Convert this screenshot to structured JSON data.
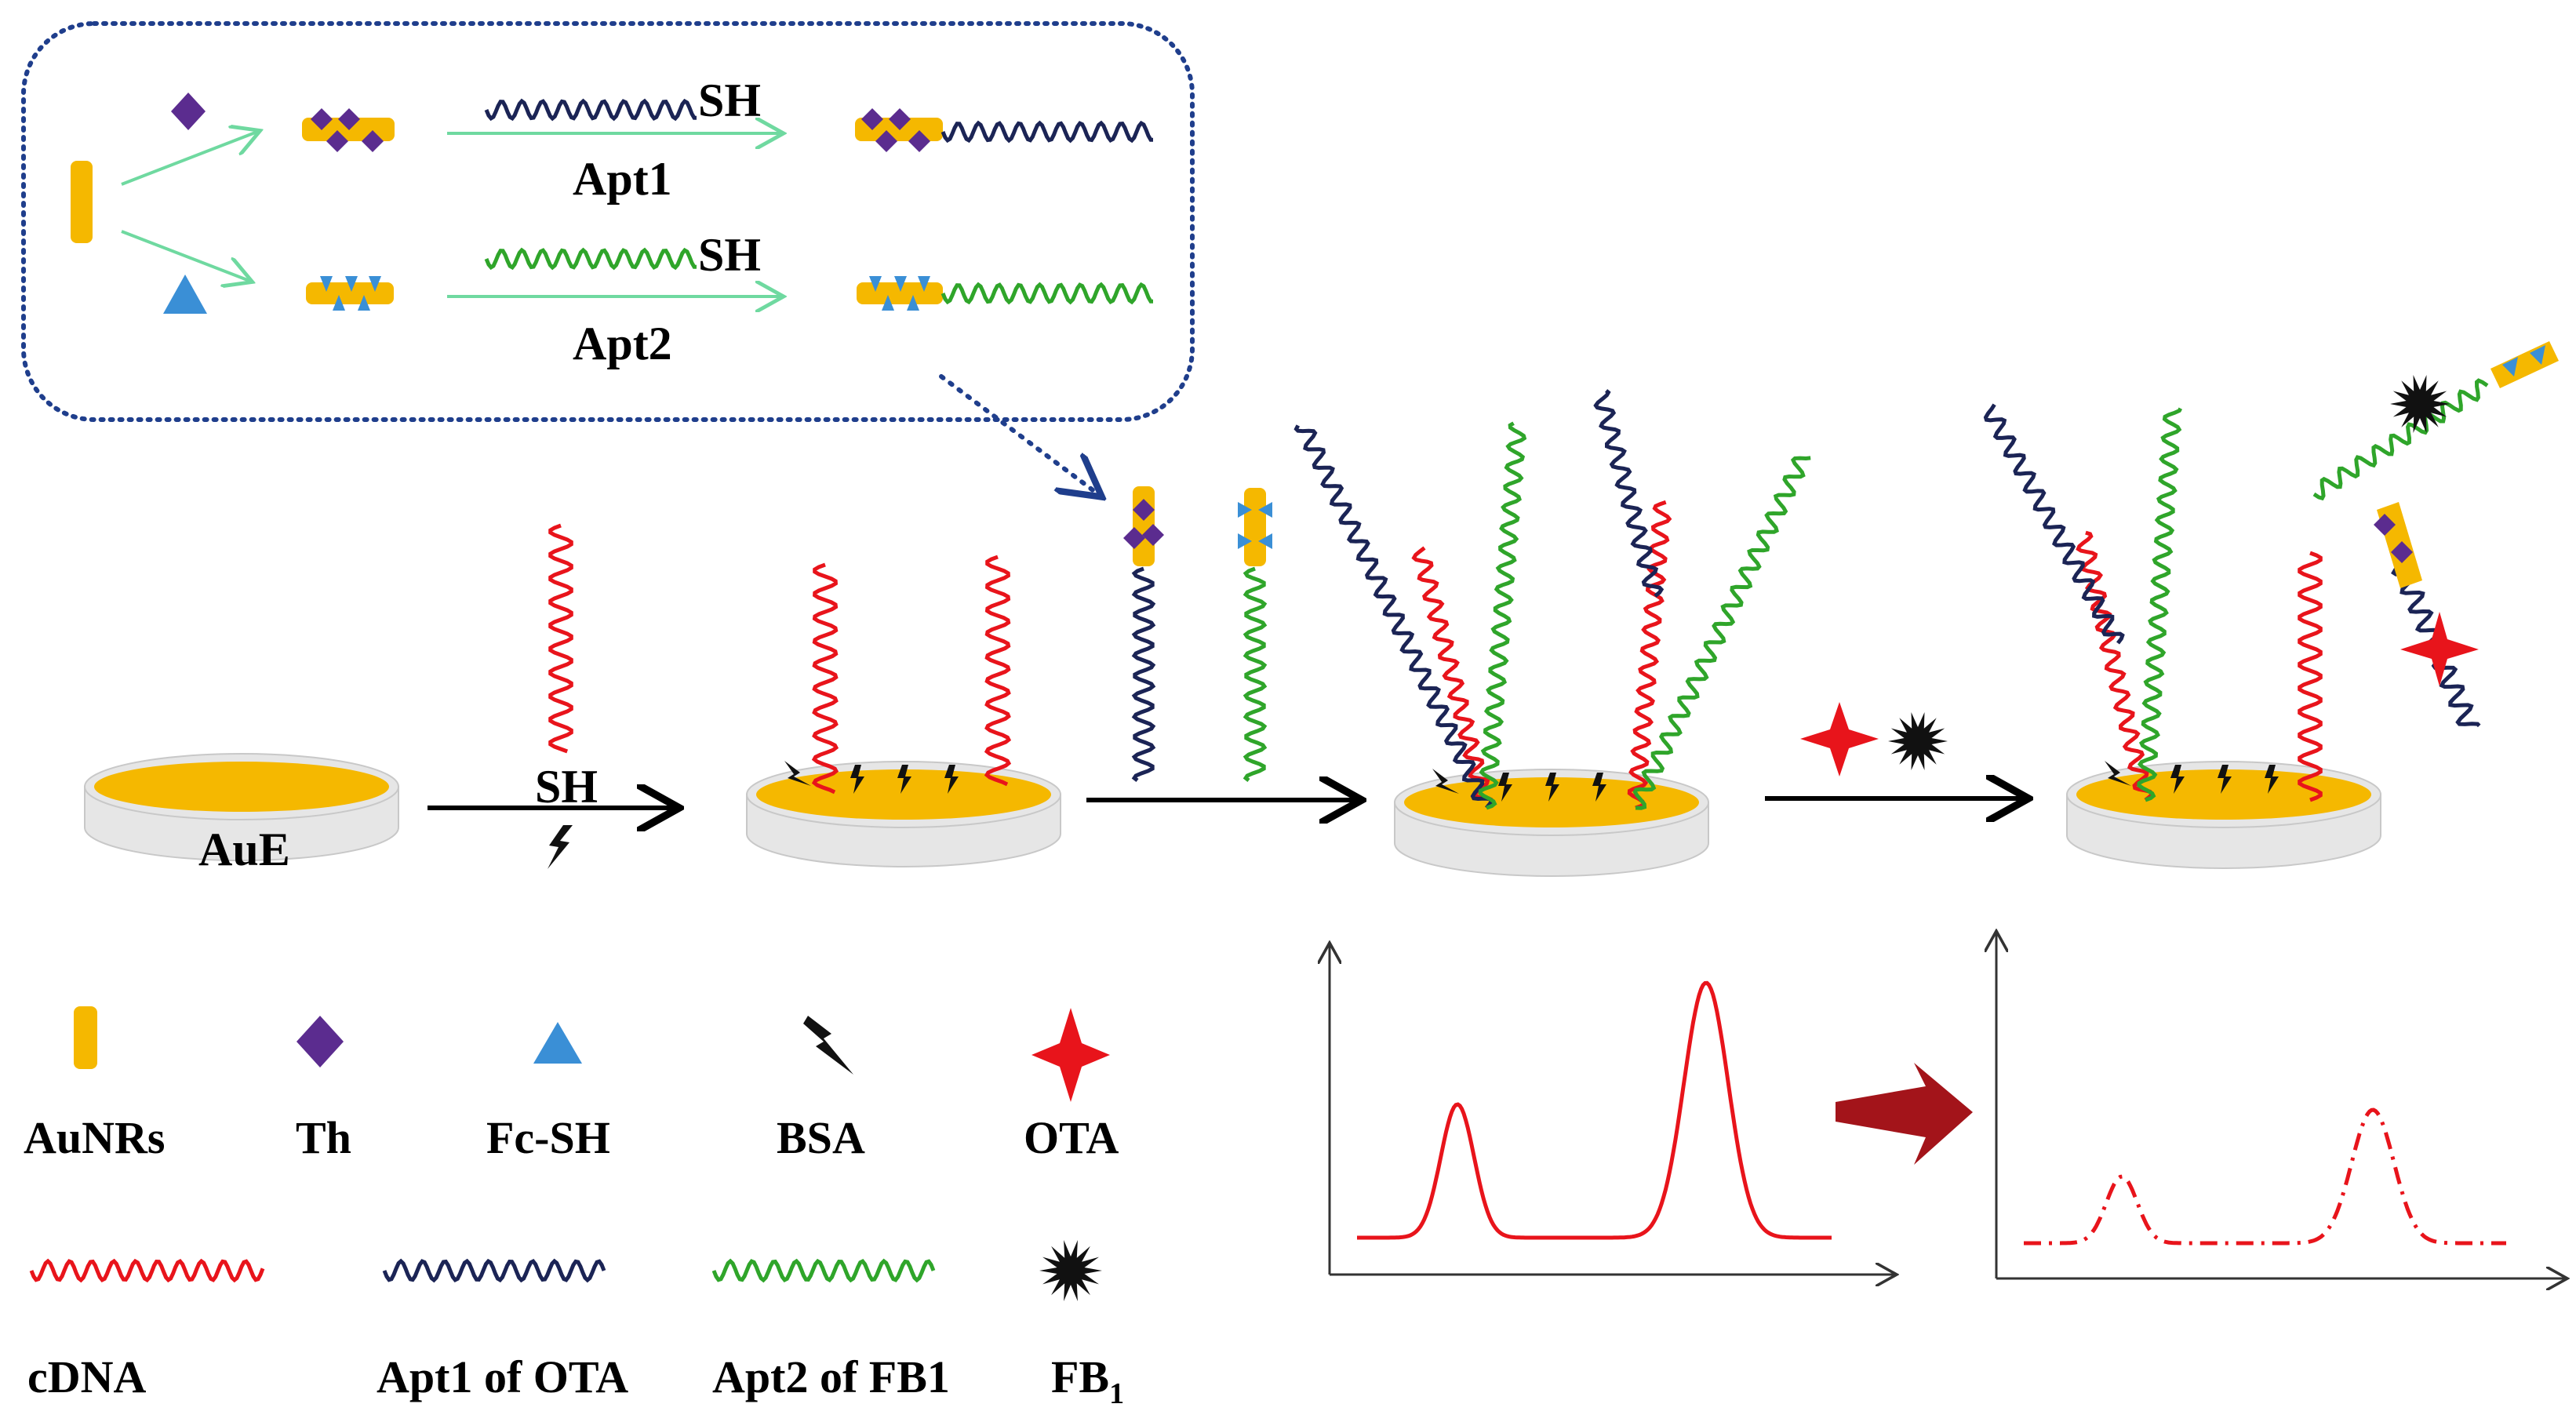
{
  "inset": {
    "apt1_label": "Apt1",
    "apt2_label": "Apt2",
    "thiol_top": "SH",
    "thiol_bottom": "SH"
  },
  "steps": {
    "electrode_label": "AuE",
    "step1_thiol": "SH"
  },
  "legend": {
    "row1": [
      {
        "key": "aunrs",
        "label": "AuNRs",
        "icon": "gold-rod-icon"
      },
      {
        "key": "th",
        "label": "Th",
        "icon": "purple-diamond-icon"
      },
      {
        "key": "fc",
        "label": "Fc-SH",
        "icon": "blue-triangle-icon"
      },
      {
        "key": "bsa",
        "label": "BSA",
        "icon": "bsa-bolt-icon"
      },
      {
        "key": "ota",
        "label": "OTA",
        "icon": "red-star-icon"
      }
    ],
    "row2": [
      {
        "key": "cdna",
        "label": "cDNA",
        "icon": "red-strand-icon"
      },
      {
        "key": "apt1",
        "label": "Apt1 of OTA",
        "icon": "navy-strand-icon"
      },
      {
        "key": "apt2",
        "label": "Apt2 of FB1",
        "icon": "green-strand-icon"
      },
      {
        "key": "fb1",
        "label": "FB",
        "subscript": "1",
        "icon": "black-burst-icon"
      }
    ]
  },
  "colors": {
    "gold": "#F5B800",
    "purple": "#5B2C8F",
    "blue": "#3A8FD6",
    "cdna_red": "#E8141B",
    "apt1_navy": "#1B2455",
    "apt2_green": "#2FA52A",
    "arrow_teal": "#6FD9A0",
    "inset_border": "#1F3E8C",
    "dark_red_arrow": "#A3141A"
  }
}
